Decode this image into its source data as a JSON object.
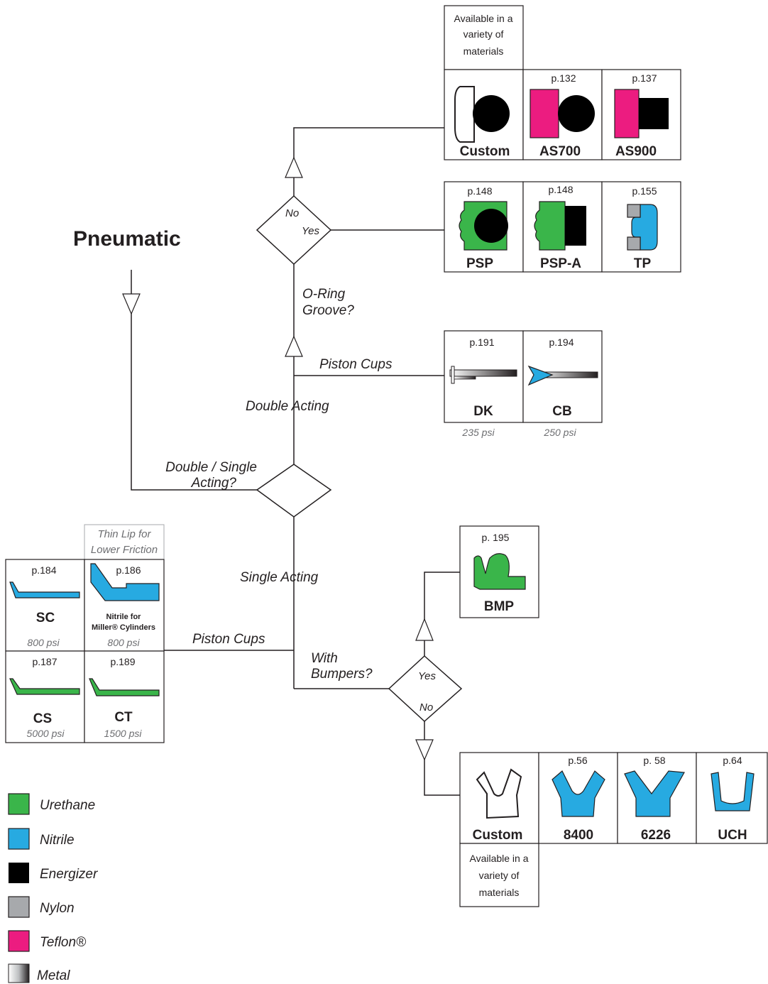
{
  "title": "Pneumatic",
  "colors": {
    "urethane": "#3ab54a",
    "nitrile": "#27aae1",
    "energizer": "#000000",
    "nylon": "#a7a9ac",
    "teflon": "#ec1c80",
    "line": "#231f20",
    "psi_text": "#6d6e71"
  },
  "decisions": {
    "acting": {
      "label_line1": "Double / Single",
      "label_line2": "Acting?"
    },
    "oring": {
      "label_line1": "O-Ring",
      "label_line2": "Groove?",
      "no": "No",
      "yes": "Yes"
    },
    "bumpers": {
      "label_line1": "With",
      "label_line2": "Bumpers?",
      "yes": "Yes",
      "no": "No"
    }
  },
  "branches": {
    "double_acting": "Double Acting",
    "single_acting": "Single Acting",
    "piston_cups_double": "Piston Cups",
    "piston_cups_single": "Piston Cups"
  },
  "notes": {
    "materials_top": [
      "Available in a",
      "variety of",
      "materials"
    ],
    "materials_bottom": [
      "Available in a",
      "variety of",
      "materials"
    ],
    "thin_lip": [
      "Thin Lip for",
      "Lower Friction"
    ]
  },
  "products": {
    "custom_top": {
      "name": "Custom",
      "page": "",
      "icon": "custom-oring-icon"
    },
    "as700": {
      "name": "AS700",
      "page": "p.132",
      "icon": "teflon-oring-icon"
    },
    "as900": {
      "name": "AS900",
      "page": "p.137",
      "icon": "teflon-square-icon"
    },
    "psp": {
      "name": "PSP",
      "page": "p.148",
      "icon": "urethane-oring-icon"
    },
    "psp_a": {
      "name": "PSP-A",
      "page": "p.148",
      "icon": "urethane-square-icon"
    },
    "tp": {
      "name": "TP",
      "page": "p.155",
      "icon": "nitrile-nylon-icon"
    },
    "dk": {
      "name": "DK",
      "page": "p.191",
      "psi": "235 psi",
      "icon": "metal-cup-icon"
    },
    "cb": {
      "name": "CB",
      "page": "p.194",
      "psi": "250 psi",
      "icon": "nitrile-metal-cup-icon"
    },
    "sc": {
      "name": "SC",
      "page": "p.184",
      "psi": "800 psi",
      "icon": "nitrile-cup-icon"
    },
    "miller": {
      "name_line1": "Nitrile for",
      "name_line2": "Miller® Cylinders",
      "page": "p.186",
      "psi": "800 psi",
      "icon": "nitrile-thin-lip-icon"
    },
    "cs": {
      "name": "CS",
      "page": "p.187",
      "psi": "5000 psi",
      "icon": "urethane-cup-icon"
    },
    "ct": {
      "name": "CT",
      "page": "p.189",
      "psi": "1500 psi",
      "icon": "urethane-cup-icon"
    },
    "bmp": {
      "name": "BMP",
      "page": "p. 195",
      "icon": "urethane-bumper-icon"
    },
    "custom_bottom": {
      "name": "Custom",
      "page": "",
      "icon": "custom-u-cup-icon"
    },
    "p8400": {
      "name": "8400",
      "page": "p.56",
      "icon": "nitrile-u-cup-icon"
    },
    "p6226": {
      "name": "6226",
      "page": "p. 58",
      "icon": "nitrile-u-cup-icon"
    },
    "uch": {
      "name": "UCH",
      "page": "p.64",
      "icon": "nitrile-u-cup-icon"
    }
  },
  "legend": [
    {
      "label": "Urethane",
      "color": "#3ab54a"
    },
    {
      "label": "Nitrile",
      "color": "#27aae1"
    },
    {
      "label": "Energizer",
      "color": "#000000"
    },
    {
      "label": "Nylon",
      "color": "#a7a9ac"
    },
    {
      "label": "Teflon®",
      "color": "#ec1c80"
    },
    {
      "label": "Metal",
      "color": "gradient"
    }
  ]
}
